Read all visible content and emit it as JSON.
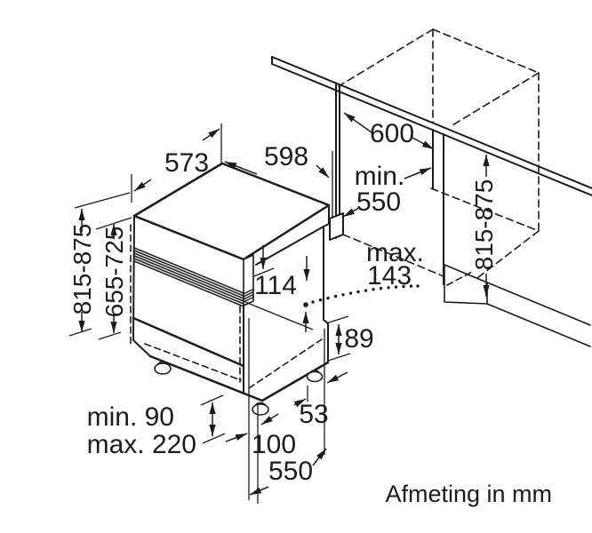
{
  "diagram": {
    "caption": "Afmeting in mm",
    "colors": {
      "line": "#1c1c1c",
      "background": "#ffffff"
    },
    "labels": {
      "depth_top": "573",
      "width_top": "598",
      "niche_width": "600",
      "niche_depth_min_word": "min.",
      "niche_depth_min_value": "550",
      "niche_height_right": "815-875",
      "appliance_height": "815-875",
      "door_panel_height": "655-725",
      "control_panel_height": "114",
      "door_protrusion_word": "max.",
      "door_protrusion_value": "143",
      "rear_clearance": "89",
      "plinth_min": "min. 90",
      "plinth_max": "max. 220",
      "rear_foot_offset": "53",
      "front_foot_offset": "100",
      "base_depth": "550"
    }
  }
}
